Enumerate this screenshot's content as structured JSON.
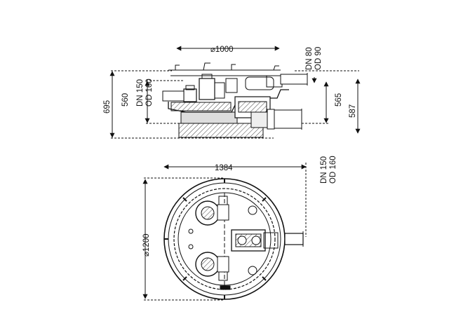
{
  "dimensions": {
    "top_diameter": "⌀1000",
    "pipe_right_top": [
      "DN 80",
      "OD 90"
    ],
    "pipe_left": [
      "DN 150",
      "OD 160"
    ],
    "height_695": "695",
    "height_560": "560",
    "height_565": "565",
    "height_587": "587",
    "width_1384": "1384",
    "pipe_right_plan": [
      "DN 150",
      "OD 160"
    ],
    "plan_diameter": "⌀1200"
  },
  "colors": {
    "line": "#111111",
    "background": "#ffffff",
    "shade": "#bdbdbd"
  }
}
